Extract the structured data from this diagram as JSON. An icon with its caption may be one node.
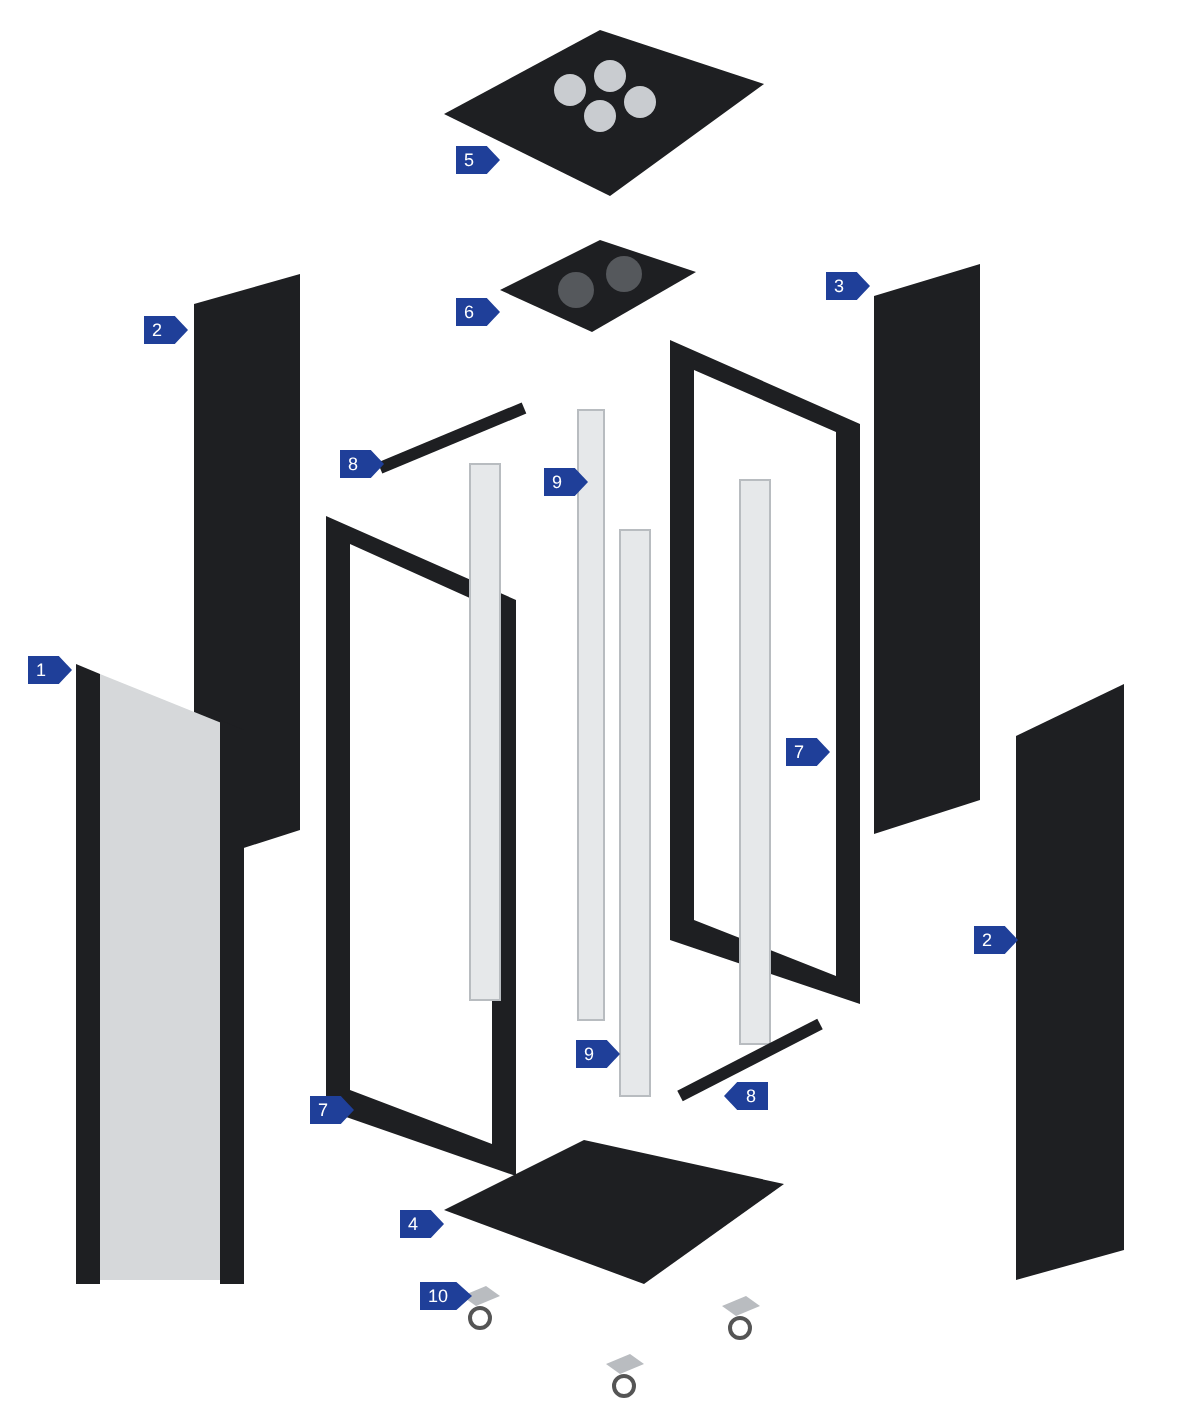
{
  "diagram": {
    "labels": [
      "5",
      "3",
      "6",
      "2",
      "8",
      "9",
      "1",
      "7",
      "2",
      "9",
      "8",
      "7",
      "4",
      "10"
    ]
  }
}
